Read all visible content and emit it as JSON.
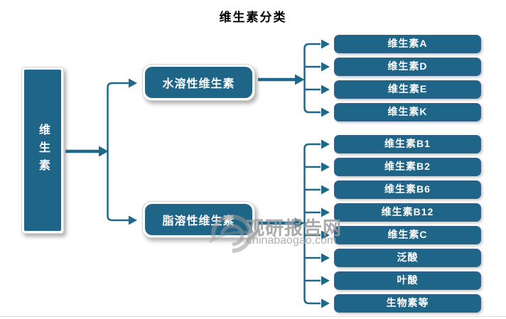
{
  "title": "维生素分类",
  "root": {
    "label": "维生素"
  },
  "branches": [
    {
      "label": "水溶性维生素",
      "children": [
        "维生素A",
        "维生素D",
        "维生素E",
        "维生素K"
      ]
    },
    {
      "label": "脂溶性维生素",
      "children": [
        "维生素B1",
        "维生素B2",
        "维生素B6",
        "维生素B12",
        "维生素C",
        "泛酸",
        "叶酸",
        "生物素等"
      ]
    }
  ],
  "watermark": {
    "name": "观研报告网",
    "domain": "chinabaogao.com"
  },
  "colors": {
    "node_fill": "#1f6587",
    "leaf_border": "#3a608a",
    "arrow": "#1e6889",
    "text": "#ffffff",
    "watermark_gray": "#9c9c9c"
  }
}
